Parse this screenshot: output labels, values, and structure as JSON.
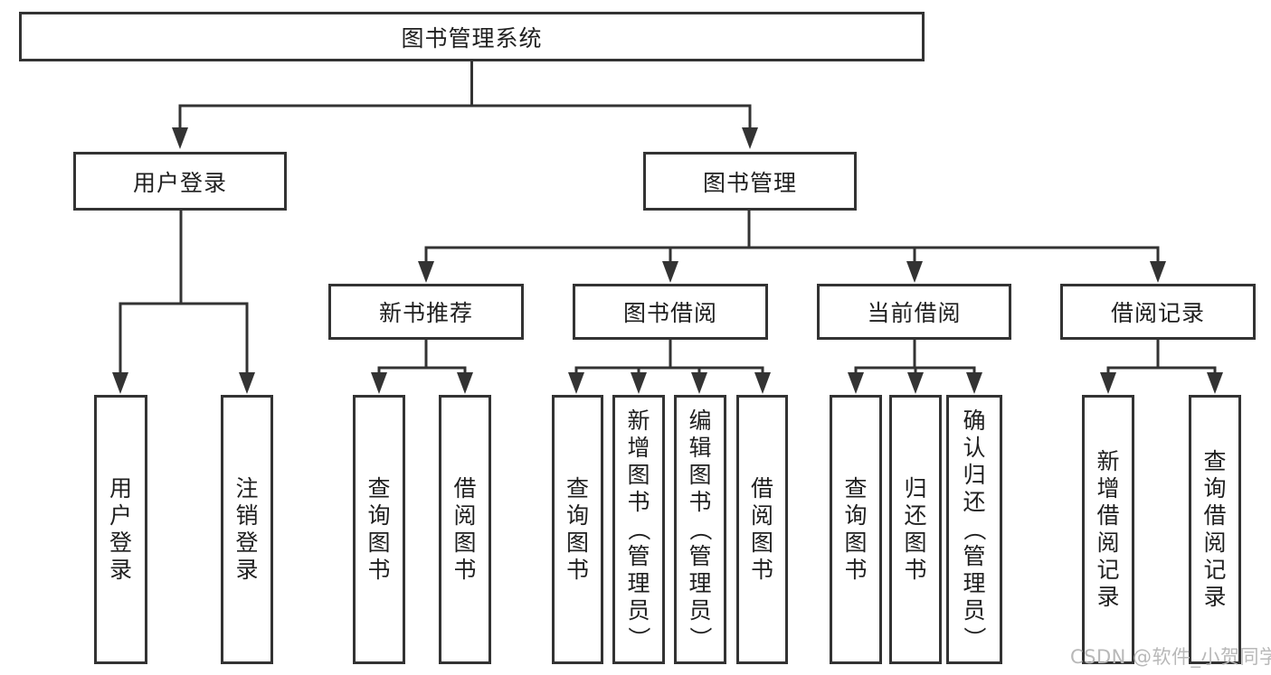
{
  "diagram": {
    "root": {
      "label": "图书管理系统"
    },
    "level2": [
      {
        "label": "用户登录"
      },
      {
        "label": "图书管理"
      }
    ],
    "level3": [
      {
        "label": "新书推荐"
      },
      {
        "label": "图书借阅"
      },
      {
        "label": "当前借阅"
      },
      {
        "label": "借阅记录"
      }
    ],
    "leaves": {
      "login": [
        {
          "label": "用户登录"
        },
        {
          "label": "注销登录"
        }
      ],
      "recommend": [
        {
          "label": "查询图书"
        },
        {
          "label": "借阅图书"
        }
      ],
      "borrow": [
        {
          "label": "查询图书"
        },
        {
          "label": "新增图书（管理员）"
        },
        {
          "label": "编辑图书（管理员）"
        },
        {
          "label": "借阅图书"
        }
      ],
      "current": [
        {
          "label": "查询图书"
        },
        {
          "label": "归还图书"
        },
        {
          "label": "确认归还（管理员）"
        }
      ],
      "records": [
        {
          "label": "新增借阅记录"
        },
        {
          "label": "查询借阅记录"
        }
      ]
    },
    "watermark": "CSDN @软件_小贺同学",
    "colors": {
      "line": "#333333",
      "text": "#1f1f1f",
      "watermark": "#b8b8b8",
      "background": "#ffffff"
    }
  }
}
